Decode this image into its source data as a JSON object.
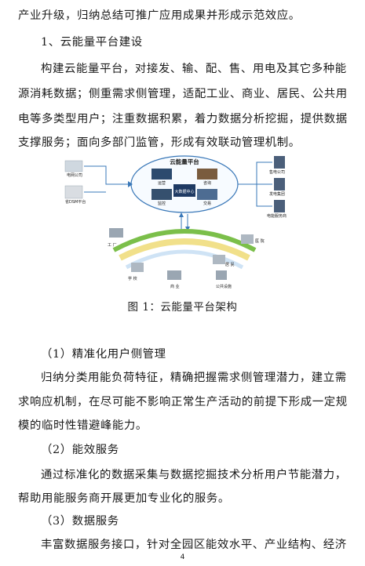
{
  "paragraphs": {
    "p0_line1": "产业升级，归纳总结可推广应用成果并形成示范效应。",
    "section1_heading": "1、云能量平台建设",
    "p1_line1": "构建云能量平台，对接发、输、配、售、用电及其它多种能",
    "p1_line2": "源消耗数据；侧重需求侧管理，适配工业、商业、居民、公共用",
    "p1_line3": "电等多类型用户；注重数据积累，着力数据分析挖掘，提供数据",
    "p1_line4": "支撑服务；面向多部门监管，形成有效联动管理机制。",
    "sub1_heading": "（1）精准化用户侧管理",
    "p2_line1": "归纳分类用能负荷特征，精确把握需求侧管理潜力，建立需",
    "p2_line2": "求响应机制，在尽可能不影响正常生产活动的前提下形成一定规",
    "p2_line3": "模的临时性错避峰能力。",
    "sub2_heading": "（2）能效服务",
    "p3_line1": "通过标准化的数据采集与数据挖掘技术分析用户节能潜力，",
    "p3_line2": "帮助用能服务商开展更加专业化的服务。",
    "sub3_heading": "（3）数据服务",
    "p4_line1": "丰富数据服务接口，针对全园区能效水平、产业结构、经济"
  },
  "figure": {
    "caption": "图 1：云能量平台架构",
    "platform_title": "云能量平台",
    "center_label": "大数据中心",
    "modules": [
      "运营",
      "咨询",
      "监控",
      "交易"
    ],
    "left_nodes": [
      "电网公司",
      "省DSM平台"
    ],
    "right_nodes": [
      "售电公司",
      "发电集团",
      "电能服务商"
    ],
    "consumers": [
      "工 厂",
      "学 校",
      "商 业",
      "医 院",
      "居 民",
      "公共设施"
    ]
  },
  "page_number": "4",
  "colors": {
    "text": "#1a1a1a",
    "accent_blue": "#3a78b8",
    "green": "#7bbf4a",
    "yellow": "#f1e08a"
  }
}
